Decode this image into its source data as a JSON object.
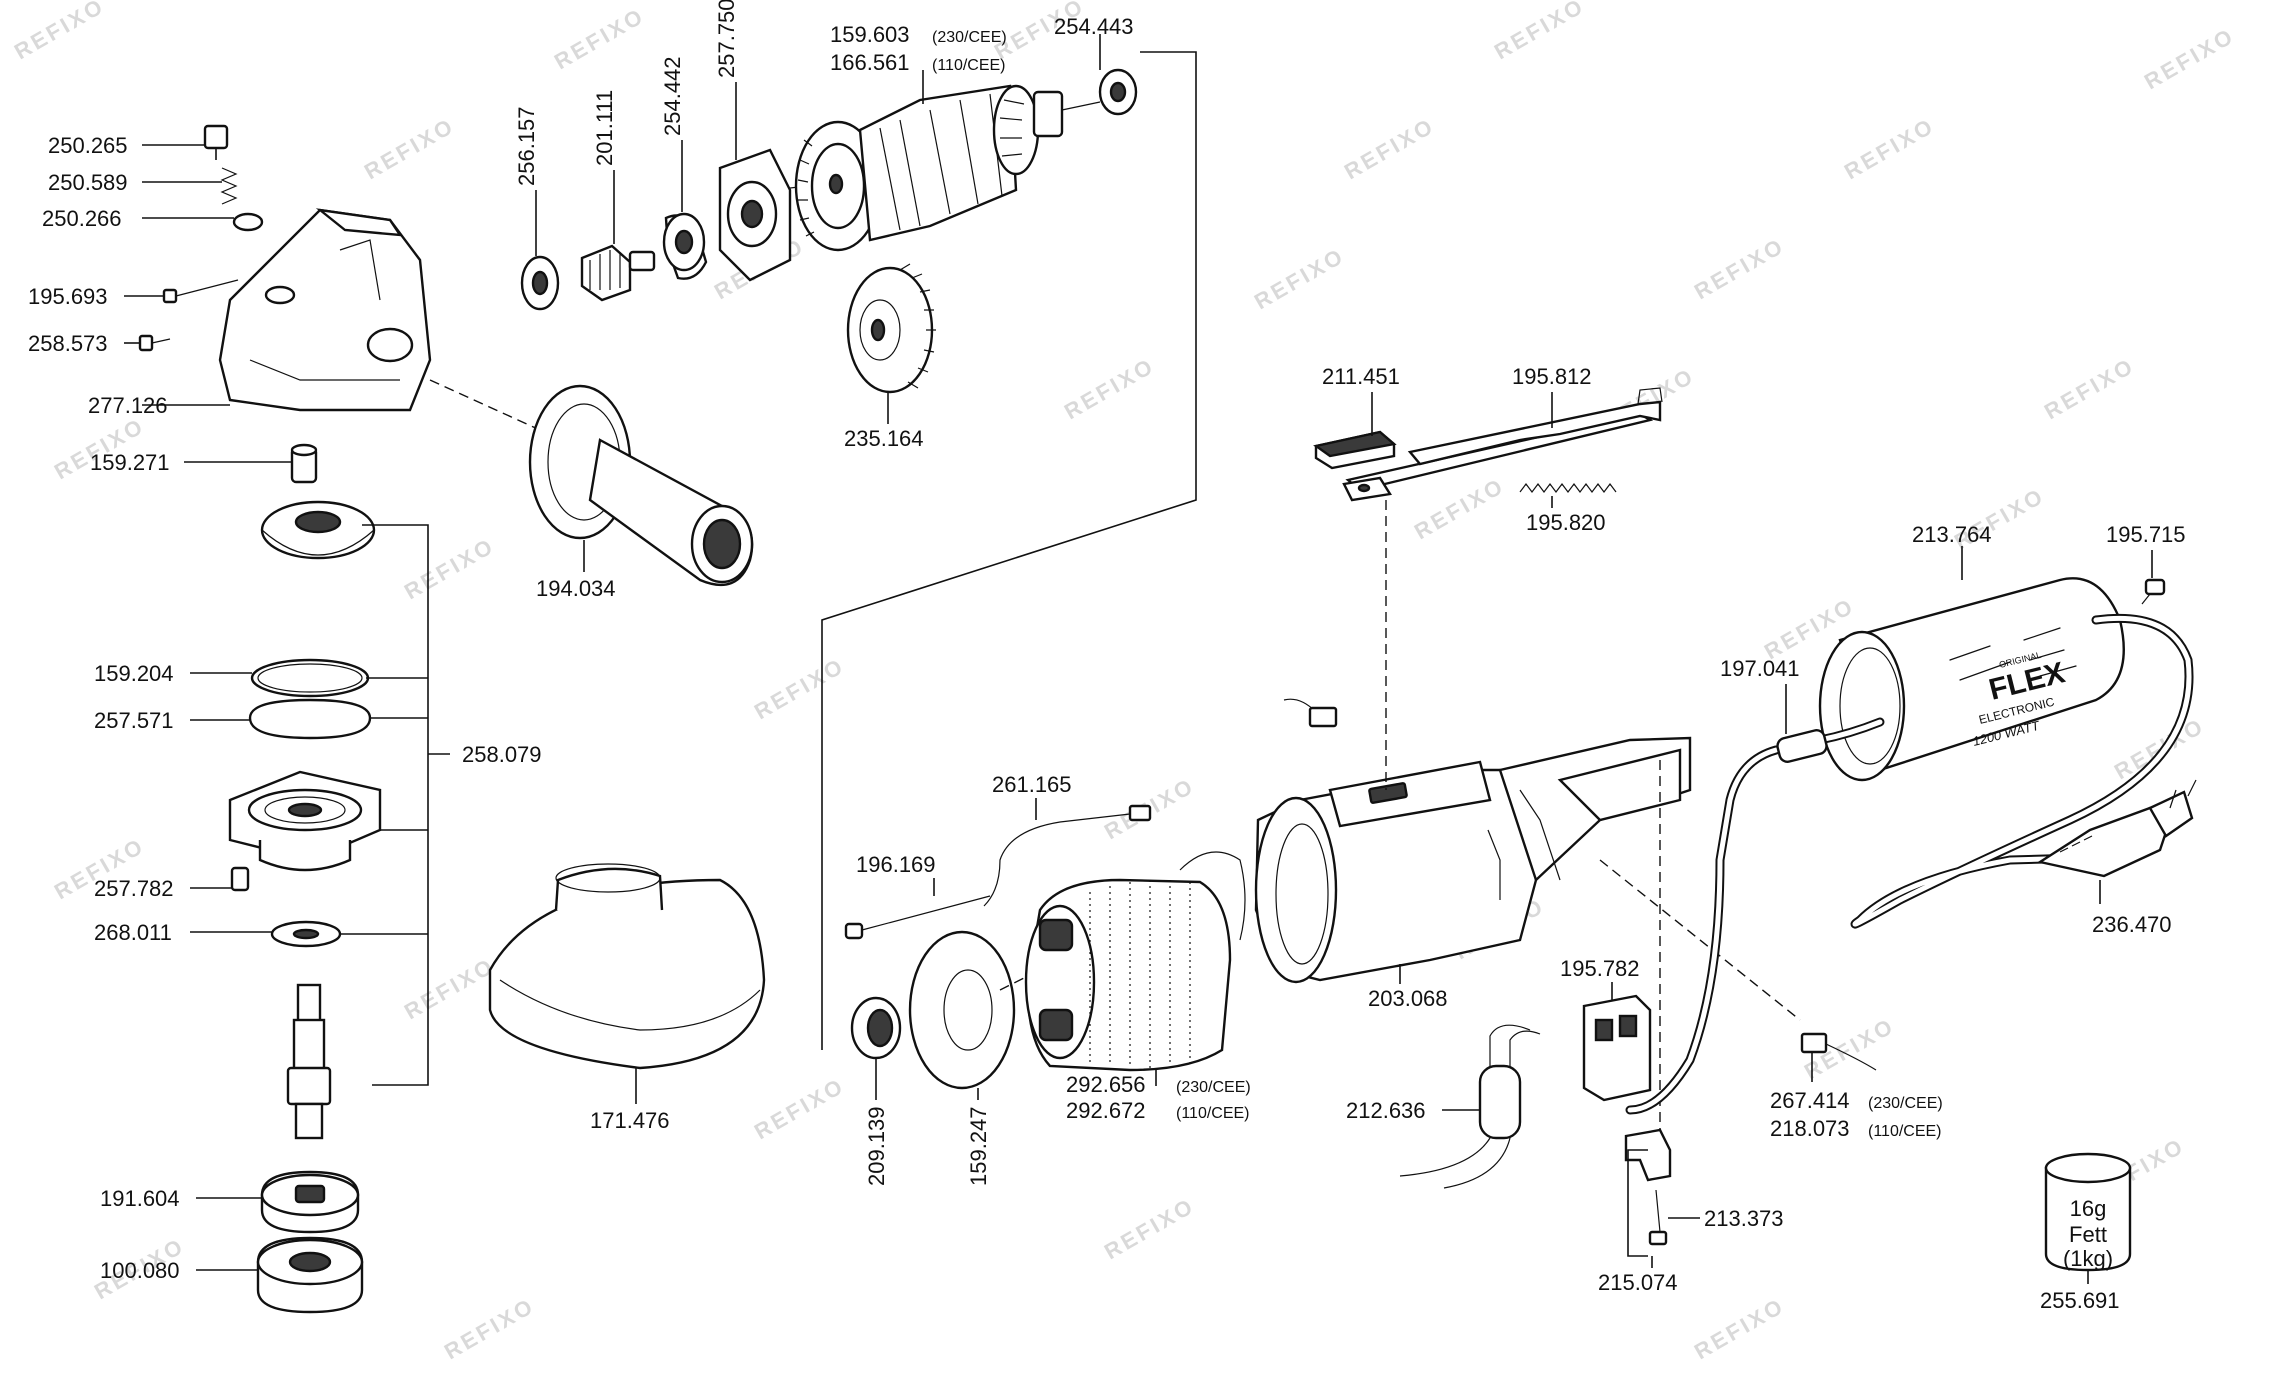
{
  "watermark": "REFIXO",
  "parts": {
    "p250_265": "250.265",
    "p250_589": "250.589",
    "p250_266": "250.266",
    "p195_693": "195.693",
    "p258_573": "258.573",
    "p277_126": "277.126",
    "p159_271": "159.271",
    "p159_204": "159.204",
    "p257_571": "257.571",
    "p258_079": "258.079",
    "p257_782": "257.782",
    "p268_011": "268.011",
    "p191_604": "191.604",
    "p100_080": "100.080",
    "p256_157": "256.157",
    "p201_111": "201.111",
    "p254_442": "254.442",
    "p257_750": "257.750",
    "p159_603": "159.603",
    "p159_603_v": "(230/CEE)",
    "p166_561": "166.561",
    "p166_561_v": "(110/CEE)",
    "p254_443": "254.443",
    "p235_164": "235.164",
    "p194_034": "194.034",
    "p171_476": "171.476",
    "p211_451": "211.451",
    "p195_812": "195.812",
    "p195_820": "195.820",
    "p213_764": "213.764",
    "p195_715": "195.715",
    "p197_041": "197.041",
    "p261_165": "261.165",
    "p196_169": "196.169",
    "p209_139": "209.139",
    "p159_247": "159.247",
    "p292_656": "292.656",
    "p292_656_v": "(230/CEE)",
    "p292_672": "292.672",
    "p292_672_v": "(110/CEE)",
    "p203_068": "203.068",
    "p195_782": "195.782",
    "p212_636": "212.636",
    "p267_414": "267.414",
    "p267_414_v": "(230/CEE)",
    "p218_073": "218.073",
    "p218_073_v": "(110/CEE)",
    "p213_373": "213.373",
    "p215_074": "215.074",
    "p236_470": "236.470",
    "p255_691": "255.691"
  },
  "grease_tub": {
    "line1": "16g",
    "line2": "Fett",
    "line3": "(1kg)"
  },
  "motor_housing_print": {
    "brand": "FLEX",
    "sub1": "ELECTRONIC",
    "sub2": "1200 WATT",
    "tag": "ORIGINAL"
  }
}
